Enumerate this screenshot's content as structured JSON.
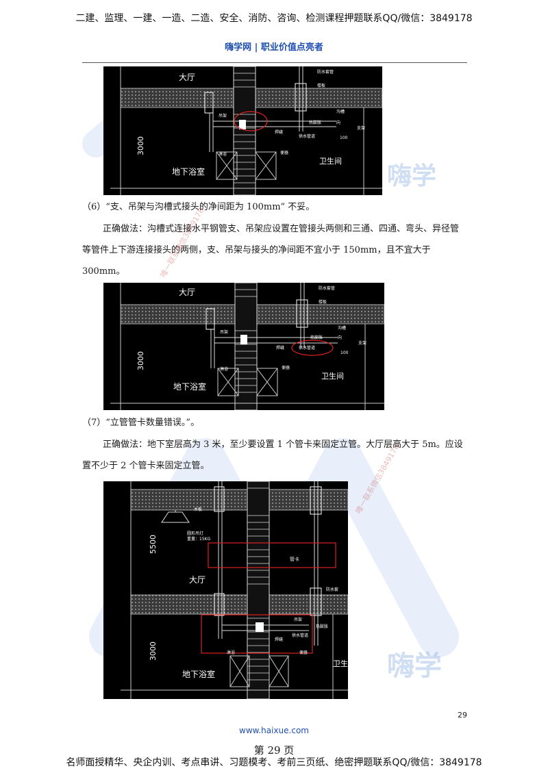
{
  "header": {
    "banner": "二建、监理、一建、一造、二造、安全、消防、咨询、检测课程押题联系QQ/微信：3849178",
    "subtitle": "嗨学网 | 职业价值点亮者"
  },
  "paragraphs": {
    "p1": "（6）“支、吊架与沟槽式接头的净间距为 100mm” 不妥。",
    "p2": "正确做法：沟槽式连接水平钢管支、吊架应设置在管接头两侧和三通、四通、弯头、异径管等管件上下游连接接头的两侧，支、吊架与接头的净间距不宜小于 150mm，且不宜大于 300mm。",
    "p3": "（7）“立管管卡数量错误。”。",
    "p4": "正确做法：地下室层高为 3 米，至少要设置 1 个管卡来固定立管。大厅层高大于 5m。应设置不少于 2 个管卡来固定立管。"
  },
  "figures": {
    "fig1": {
      "hall": "大厅",
      "basement": "地下浴室",
      "toilet": "卫生间",
      "height": "3000",
      "labels": [
        "防水套管",
        "楼板",
        "吊架",
        "沟槽",
        "热膨胀",
        "向",
        "供水管道",
        "支架",
        "100",
        "焊缝",
        "淋浴",
        "便器"
      ]
    },
    "fig2": {
      "hall": "大厅",
      "basement": "地下浴室",
      "toilet": "卫生间",
      "height": "3000",
      "labels": [
        "防水套管",
        "楼板",
        "吊架",
        "沟槽",
        "热膨胀",
        "向",
        "供水管道",
        "支架",
        "100",
        "焊缝",
        "淋浴",
        "便器"
      ]
    },
    "fig3": {
      "hall": "大厅",
      "basement": "地下浴室",
      "toilet": "卫生",
      "height_top": "5500",
      "height_bottom": "3000",
      "labels": [
        "木板",
        "圆形吊灯",
        "重量：15KG",
        "管卡",
        "防水套",
        "吊架",
        "热膨胀",
        "焊缝",
        "供水管道",
        "淋浴",
        "便器"
      ]
    }
  },
  "watermarks": {
    "brand": "嗨学",
    "contact": "唯一联系微信3849178"
  },
  "footer": {
    "page_number": "29",
    "site": "www.haixue.com",
    "page_label": "第 29 页",
    "banner": "名师面授精华、央企内训、考点串讲、习题模考、考前三页纸、绝密押题联系QQ/微信：3849178"
  }
}
